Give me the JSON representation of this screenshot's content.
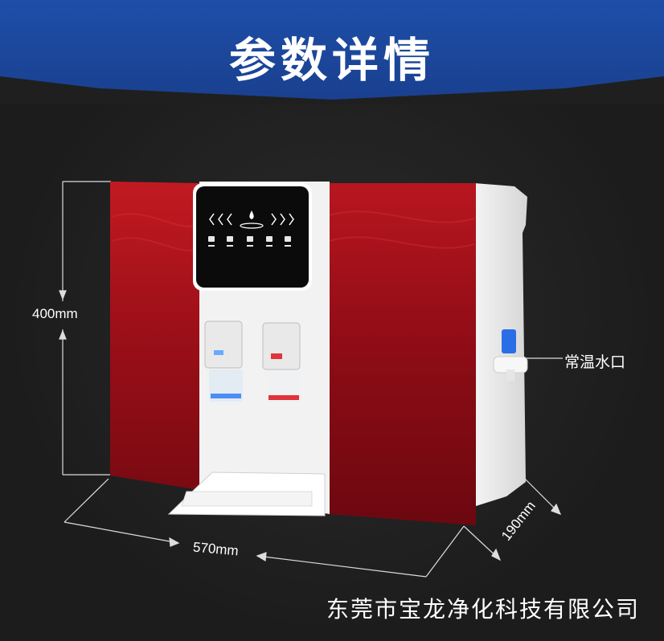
{
  "header": {
    "title": "参数详情"
  },
  "dimensions": {
    "height_label": "400mm",
    "width_label": "570mm",
    "depth_label": "190mm"
  },
  "callouts": {
    "water_outlet": "常温水口"
  },
  "footer": {
    "company": "东莞市宝龙净化科技有限公司"
  },
  "colors": {
    "banner": "#1d4fa8",
    "panel_red": "#b3121b",
    "background": "#1f1f1f"
  },
  "icons": [
    "water-drop-icon",
    "button-icons",
    "faucet-cold-icon",
    "faucet-hot-icon"
  ]
}
